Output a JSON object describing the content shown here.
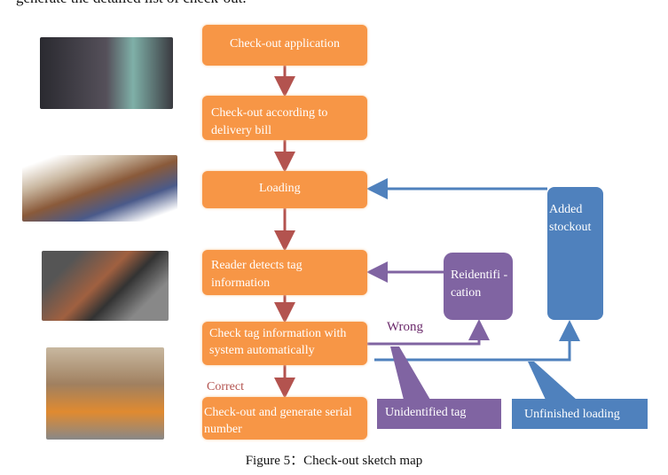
{
  "intro_text": "generate the detailed list of check-out.",
  "flow_steps": [
    "Check-out application",
    "Check-out according to delivery bill",
    "Loading",
    "Reader detects tag information",
    "Check tag information with system automatically",
    "Check-out and generate serial number"
  ],
  "side_boxes": {
    "reidentification": "Reidentifi -cation",
    "added_stockout": "Added stockout"
  },
  "labels": {
    "wrong": "Wrong",
    "correct": "Correct"
  },
  "callouts": {
    "unidentified": "Unidentified tag",
    "unfinished": "Unfinished loading"
  },
  "caption": "Figure 5：Check-out sketch map",
  "photos": [
    "warehouse-shelves-photo",
    "warehouse-3d-model-photo",
    "rfid-reader-photos",
    "forklift-photo"
  ],
  "colors": {
    "step": "#f79646",
    "arrow": "#b3534f",
    "purple": "#8064a2",
    "blue": "#4f81bd"
  }
}
